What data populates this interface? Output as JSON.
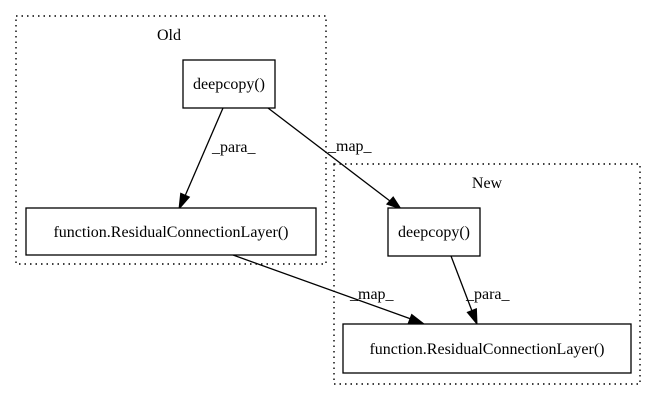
{
  "clusters": {
    "old": {
      "title": "Old"
    },
    "new": {
      "title": "New"
    }
  },
  "nodes": {
    "old_deepcopy": {
      "label": "deepcopy()"
    },
    "old_function": {
      "label": "function.ResidualConnectionLayer()"
    },
    "new_deepcopy": {
      "label": "deepcopy()"
    },
    "new_function": {
      "label": "function.ResidualConnectionLayer()"
    }
  },
  "edges": {
    "old_para": {
      "label": "_para_",
      "from": "old_deepcopy",
      "to": "old_function"
    },
    "map_deepcopy": {
      "label": "_map_",
      "from": "old_deepcopy",
      "to": "new_deepcopy"
    },
    "map_function": {
      "label": "_map_",
      "from": "old_function",
      "to": "new_function"
    },
    "new_para": {
      "label": "_para_",
      "from": "new_deepcopy",
      "to": "new_function"
    }
  }
}
